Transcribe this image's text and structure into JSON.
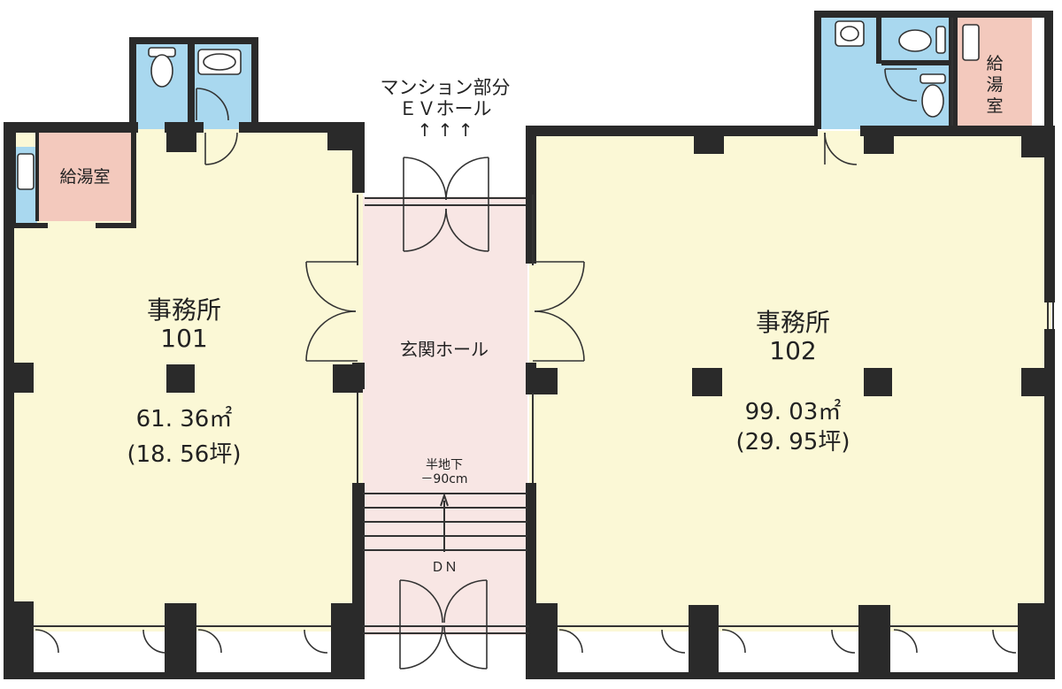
{
  "colors": {
    "office": "#fbf8d6",
    "hall": "#f8e6e4",
    "kitchen": "#f3c9bd",
    "toilet": "#a9d8ef",
    "wall": "#2a2a2a"
  },
  "top_label": {
    "line1": "マンション部分",
    "line2": "ＥＶホール",
    "arrows": "↑ ↑ ↑"
  },
  "units": [
    {
      "name": "事務所",
      "number": "101",
      "area": "61. 36㎡",
      "tsubo": "(18. 56坪)",
      "kitchen": "給湯室"
    },
    {
      "name": "事務所",
      "number": "102",
      "area": "99. 03㎡",
      "tsubo": "(29. 95坪)",
      "kitchen_line1": "給",
      "kitchen_line2": "湯",
      "kitchen_line3": "室"
    }
  ],
  "hall": {
    "name": "玄関ホール",
    "stair_line1": "半地下",
    "stair_line2": "－90cm",
    "stair_dir": "ＤＮ"
  }
}
